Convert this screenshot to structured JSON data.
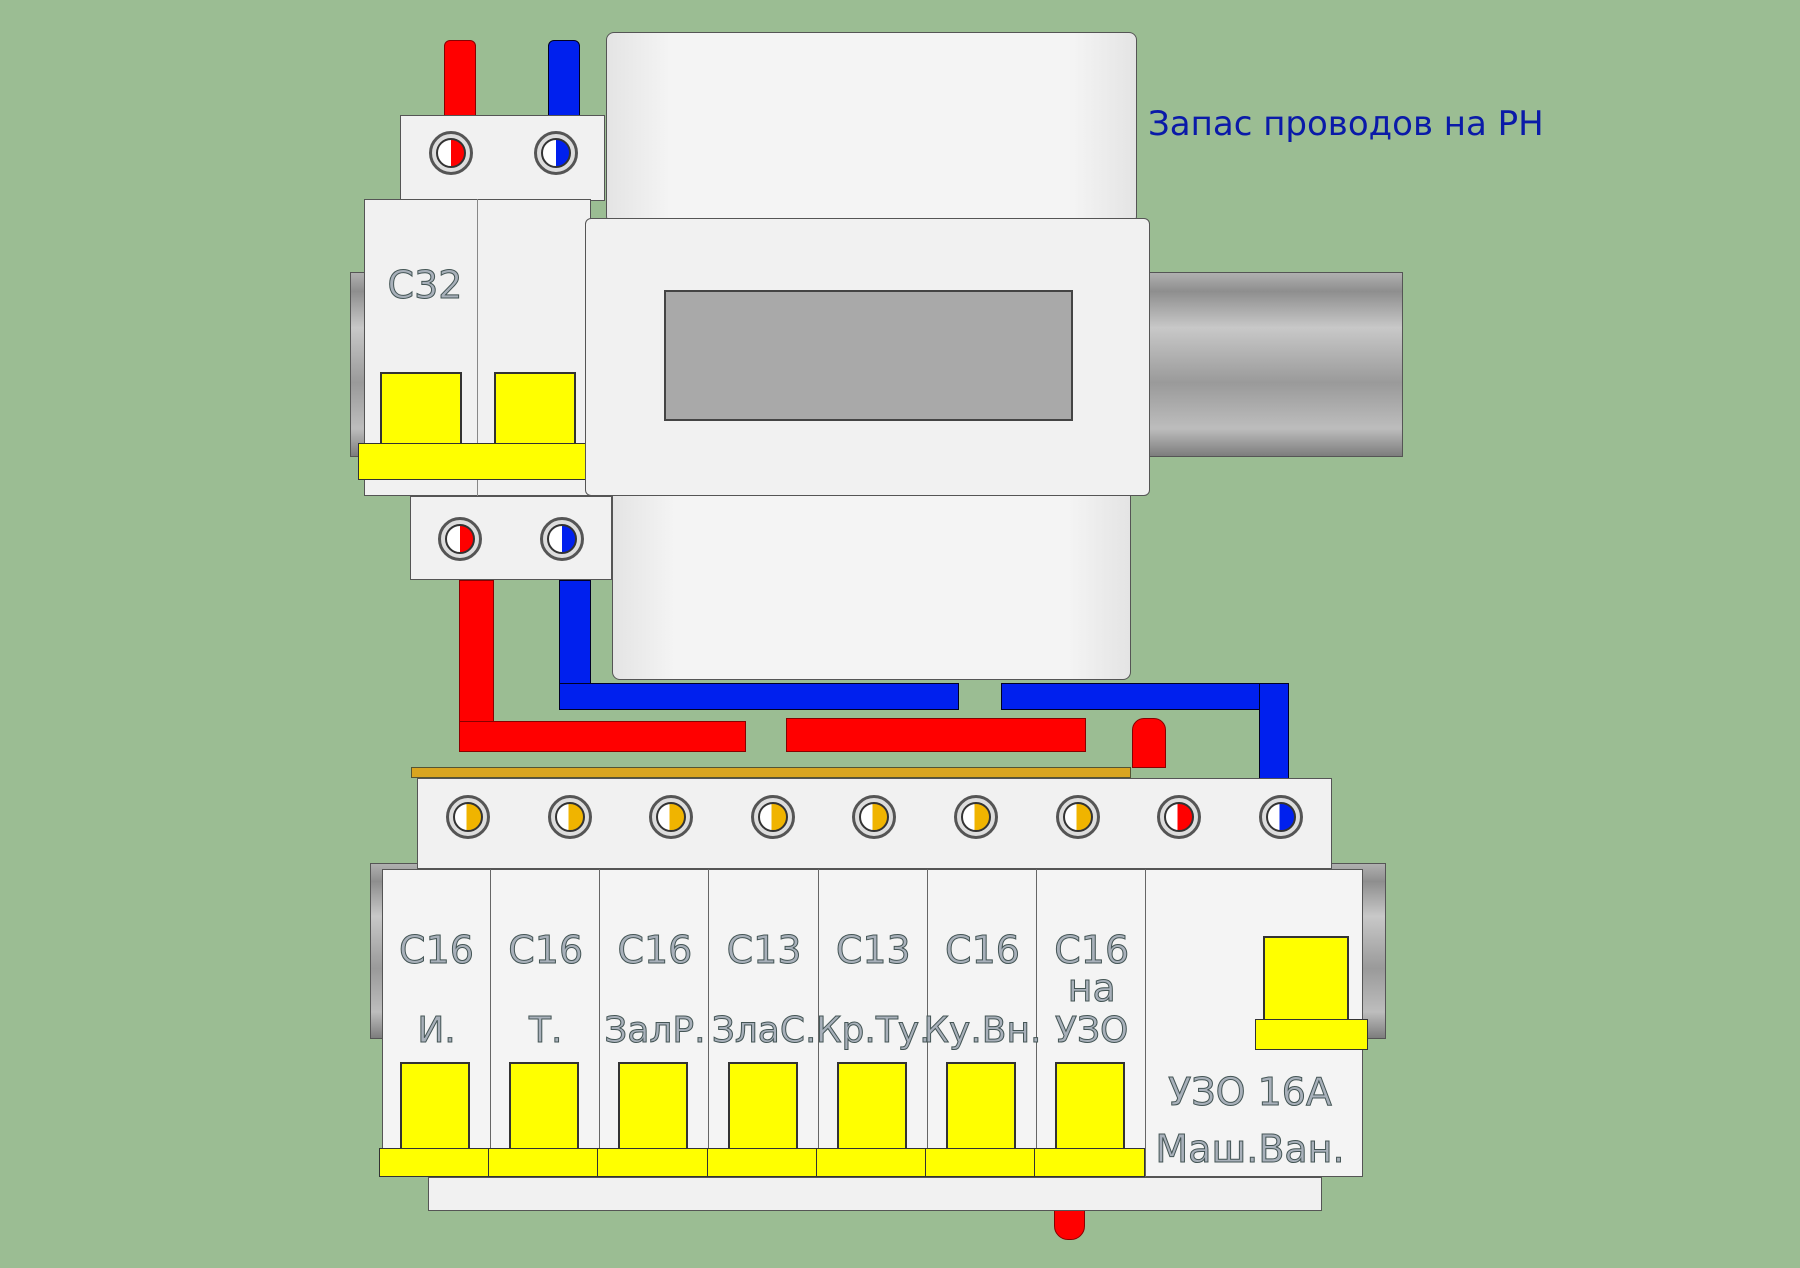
{
  "annotation": "Запас проводов на РН",
  "main_breaker": {
    "label": "C32"
  },
  "breakers": [
    {
      "rating": "C16",
      "name": "И."
    },
    {
      "rating": "C16",
      "name": "Т."
    },
    {
      "rating": "C16",
      "name": "ЗалР."
    },
    {
      "rating": "C13",
      "name": "ЗлаС."
    },
    {
      "rating": "C13",
      "name": "Кр.Ту."
    },
    {
      "rating": "C16",
      "name": "Ку.Вн."
    },
    {
      "rating": "C16",
      "extra": "на",
      "name": "УЗО"
    }
  ],
  "rcd": {
    "label": "УЗО 16А",
    "name": "Маш.Ван."
  },
  "colors": {
    "phase": "#ff0000",
    "neutral": "#0020ee",
    "lever": "#ffff00",
    "background": "#9bbd93"
  }
}
